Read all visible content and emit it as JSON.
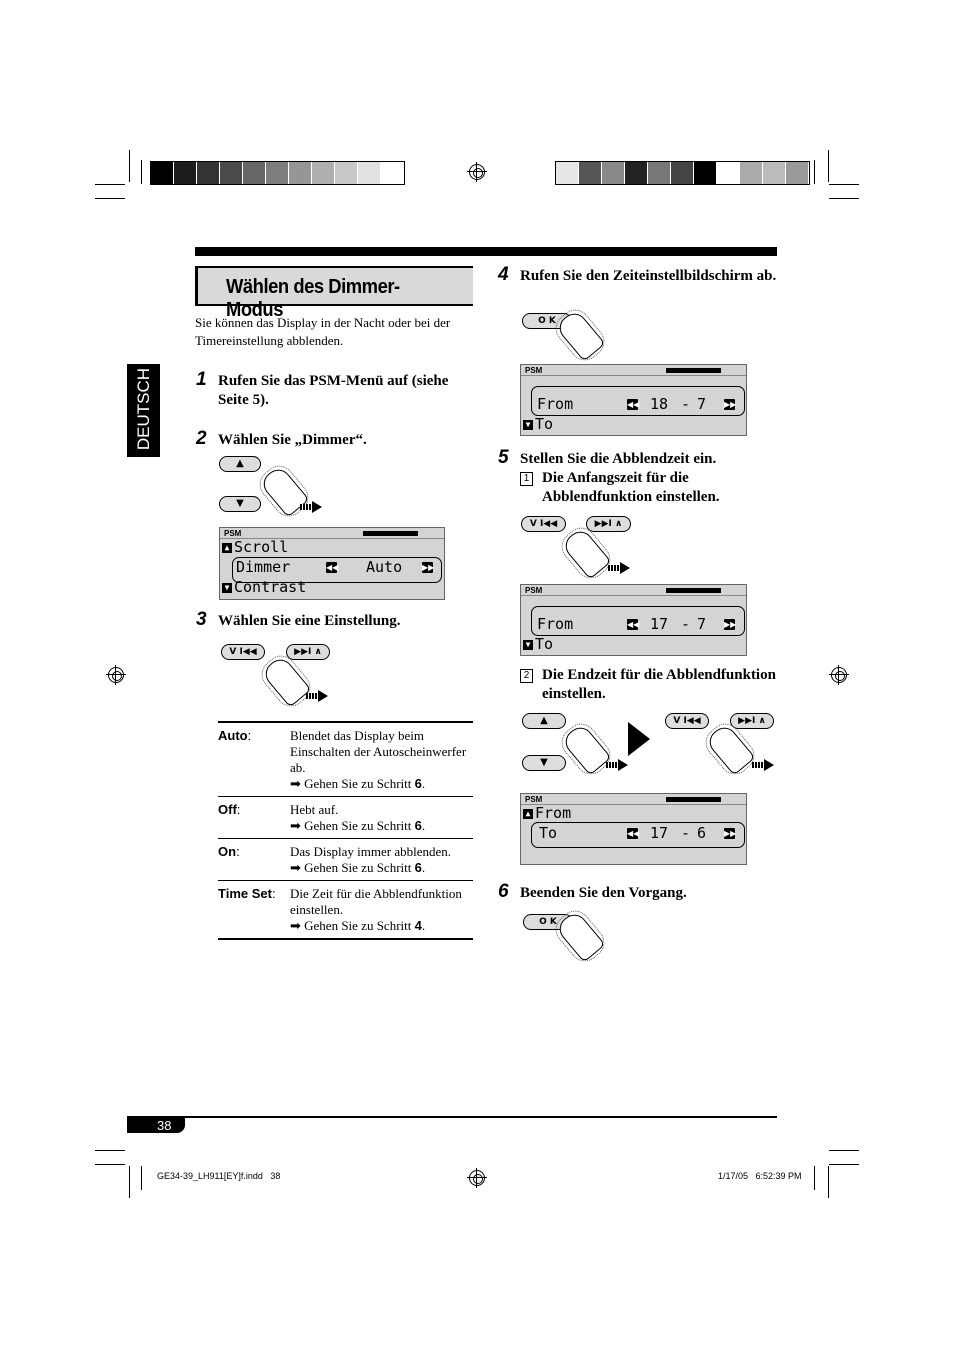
{
  "section_title": "Wählen des Dimmer-Modus",
  "intro": "Sie können das Display in der Nacht oder bei der Timereinstellung abblenden.",
  "language_tab": "DEUTSCH",
  "steps": {
    "s1": {
      "num": "1",
      "text": "Rufen Sie das PSM-Menü auf (siehe Seite 5)."
    },
    "s2": {
      "num": "2",
      "text": "Wählen Sie „Dimmer“."
    },
    "s3": {
      "num": "3",
      "text": "Wählen Sie eine Einstellung."
    },
    "s4": {
      "num": "4",
      "text": "Rufen Sie den Zeiteinstellbildschirm ab."
    },
    "s5": {
      "num": "5",
      "text": "Stellen Sie die Abblendzeit ein."
    },
    "s5a": {
      "num": "1",
      "text": "Die Anfangszeit für die Abblendfunktion einstellen."
    },
    "s5b": {
      "num": "2",
      "text": "Die Endzeit für die Abblendfunktion  einstellen."
    },
    "s6": {
      "num": "6",
      "text": "Beenden Sie den Vorgang."
    }
  },
  "buttons": {
    "ok": "O K",
    "up": "▲",
    "down": "▼",
    "prev": "V I◀◀",
    "next": "▶▶I ∧"
  },
  "lcd_dimmer": {
    "psm": "PSM",
    "line1": "Scroll",
    "line2": "Dimmer",
    "value": "Auto",
    "line3": "Contrast"
  },
  "lcd_time1": {
    "psm": "PSM",
    "from": "From",
    "to": "To",
    "start": "18",
    "dash": "-",
    "end": "7"
  },
  "lcd_time2": {
    "psm": "PSM",
    "from": "From",
    "to": "To",
    "start": "17",
    "dash": "-",
    "end": "7"
  },
  "lcd_time3": {
    "psm": "PSM",
    "from": "From",
    "to": "To",
    "start": "17",
    "dash": "-",
    "end": "6"
  },
  "table": [
    {
      "key": "Auto",
      "colon": ":",
      "desc": "Blendet das Display beim Einschalten der Autoscheinwerfer ab.",
      "goto": "➡ Gehen Sie zu Schritt ",
      "step": "6",
      "dot": "."
    },
    {
      "key": "Off",
      "colon": ":",
      "desc": "Hebt auf.",
      "goto": "➡ Gehen Sie zu Schritt ",
      "step": "6",
      "dot": "."
    },
    {
      "key": "On",
      "colon": ":",
      "desc": "Das Display immer abblenden.",
      "goto": "➡ Gehen Sie zu Schritt ",
      "step": "6",
      "dot": "."
    },
    {
      "key": "Time Set",
      "colon": ":",
      "desc": "Die Zeit für die Abblendfunktion einstellen.",
      "goto": "➡ Gehen Sie zu Schritt ",
      "step": "4",
      "dot": "."
    }
  ],
  "page_number": "38",
  "footer": {
    "file": "GE34-39_LH911[EY]f.indd   38",
    "date": "1/17/05   6:52:39 PM"
  },
  "colors": {
    "swatches_left": [
      "#000000",
      "#1c1c1c",
      "#333333",
      "#4a4a4a",
      "#666666",
      "#7d7d7d",
      "#969696",
      "#afafaf",
      "#c8c8c8",
      "#e1e1e1",
      "#ffffff"
    ],
    "swatches_right": [
      "#e6e6e6",
      "#555555",
      "#888888",
      "#222222",
      "#777777",
      "#444444",
      "#000000",
      "#ffffff",
      "#aaaaaa",
      "#bbbbbb",
      "#999999"
    ]
  }
}
